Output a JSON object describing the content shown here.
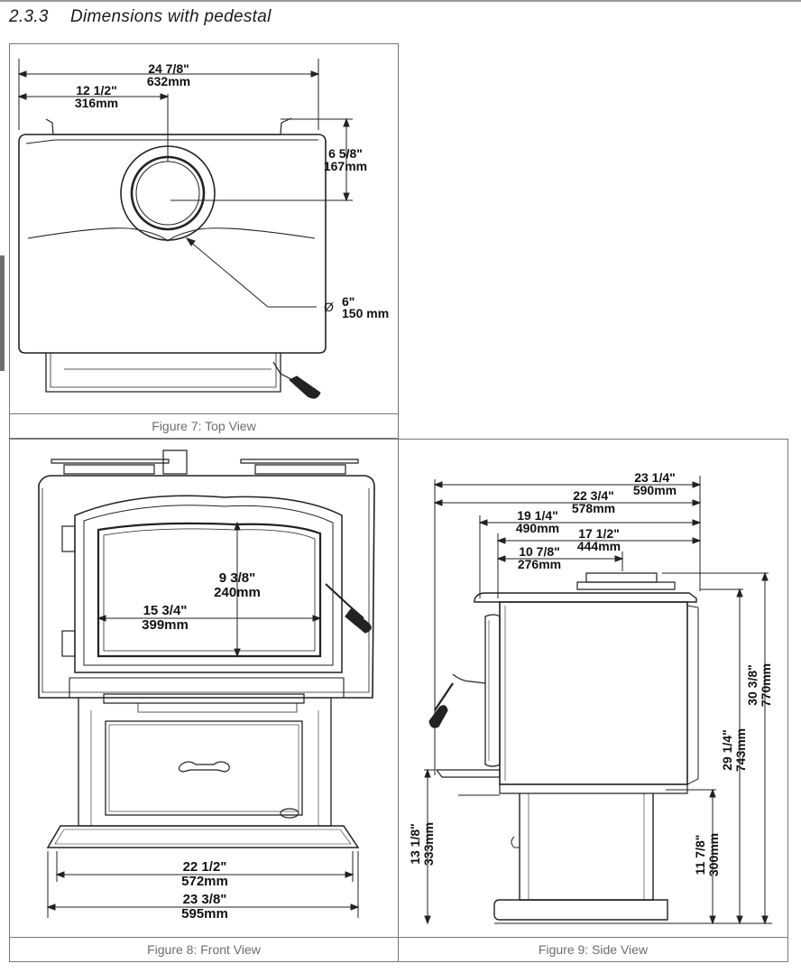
{
  "section": {
    "number": "2.3.3",
    "title": "Dimensions with pedestal"
  },
  "figures": {
    "top": {
      "caption": "Figure 7: Top View",
      "dims": {
        "overall_in": "24 7/8\"",
        "overall_mm": "632mm",
        "half_in": "12 1/2\"",
        "half_mm": "316mm",
        "flue_offset_in": "6 5/8\"",
        "flue_offset_mm": "167mm",
        "flue_diam_sym": "Ø",
        "flue_diam_in": "6\"",
        "flue_diam_mm": "150 mm"
      }
    },
    "front": {
      "caption": "Figure 8: Front View",
      "dims": {
        "glass_h_in": "9 3/8\"",
        "glass_h_mm": "240mm",
        "glass_w_in": "15 3/4\"",
        "glass_w_mm": "399mm",
        "base_w_in": "22 1/2\"",
        "base_w_mm": "572mm",
        "overall_w_in": "23 3/8\"",
        "overall_w_mm": "595mm"
      }
    },
    "side": {
      "caption": "Figure 9: Side View",
      "dims": {
        "d1_in": "23 1/4\"",
        "d1_mm": "590mm",
        "d2_in": "22 3/4\"",
        "d2_mm": "578mm",
        "d3_in": "19 1/4\"",
        "d3_mm": "490mm",
        "d4_in": "17 1/2\"",
        "d4_mm": "444mm",
        "d5_in": "10 7/8\"",
        "d5_mm": "276mm",
        "h_total_in": "30 3/8\"",
        "h_total_mm": "770mm",
        "h_top_in": "29 1/4\"",
        "h_top_mm": "743mm",
        "h_front_in": "13 1/8\"",
        "h_front_mm": "333mm",
        "h_base_in": "11 7/8\"",
        "h_base_mm": "300mm"
      }
    }
  }
}
